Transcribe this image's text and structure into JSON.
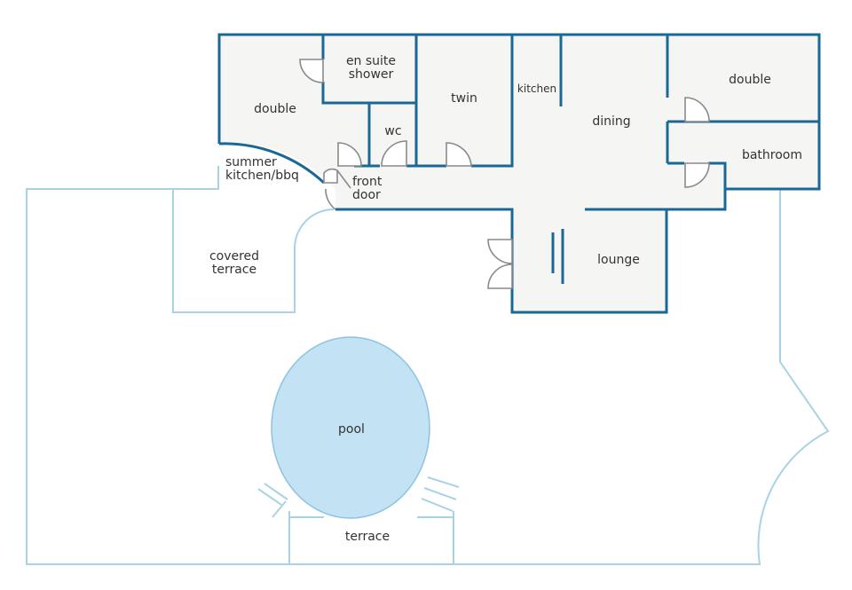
{
  "rooms": {
    "en_suite_shower": [
      "en suite",
      "shower"
    ],
    "double_left": "double",
    "wc": "wc",
    "twin": "twin",
    "kitchen": "kitchen",
    "dining": "dining",
    "double_right": "double",
    "bathroom": "bathroom",
    "summer_kitchen": [
      "summer",
      "kitchen/bbq"
    ],
    "front_door": [
      "front",
      "door"
    ],
    "covered_terrace": [
      "covered",
      "terrace"
    ],
    "lounge": "lounge",
    "pool": "pool",
    "terrace": "terrace"
  },
  "colors": {
    "wall": "#1a6895",
    "outdoor_line": "#a8d3e6",
    "room_fill": "#f5f5f4",
    "pool_fill": "#c3e2f3",
    "door": "#8a8a8a"
  }
}
